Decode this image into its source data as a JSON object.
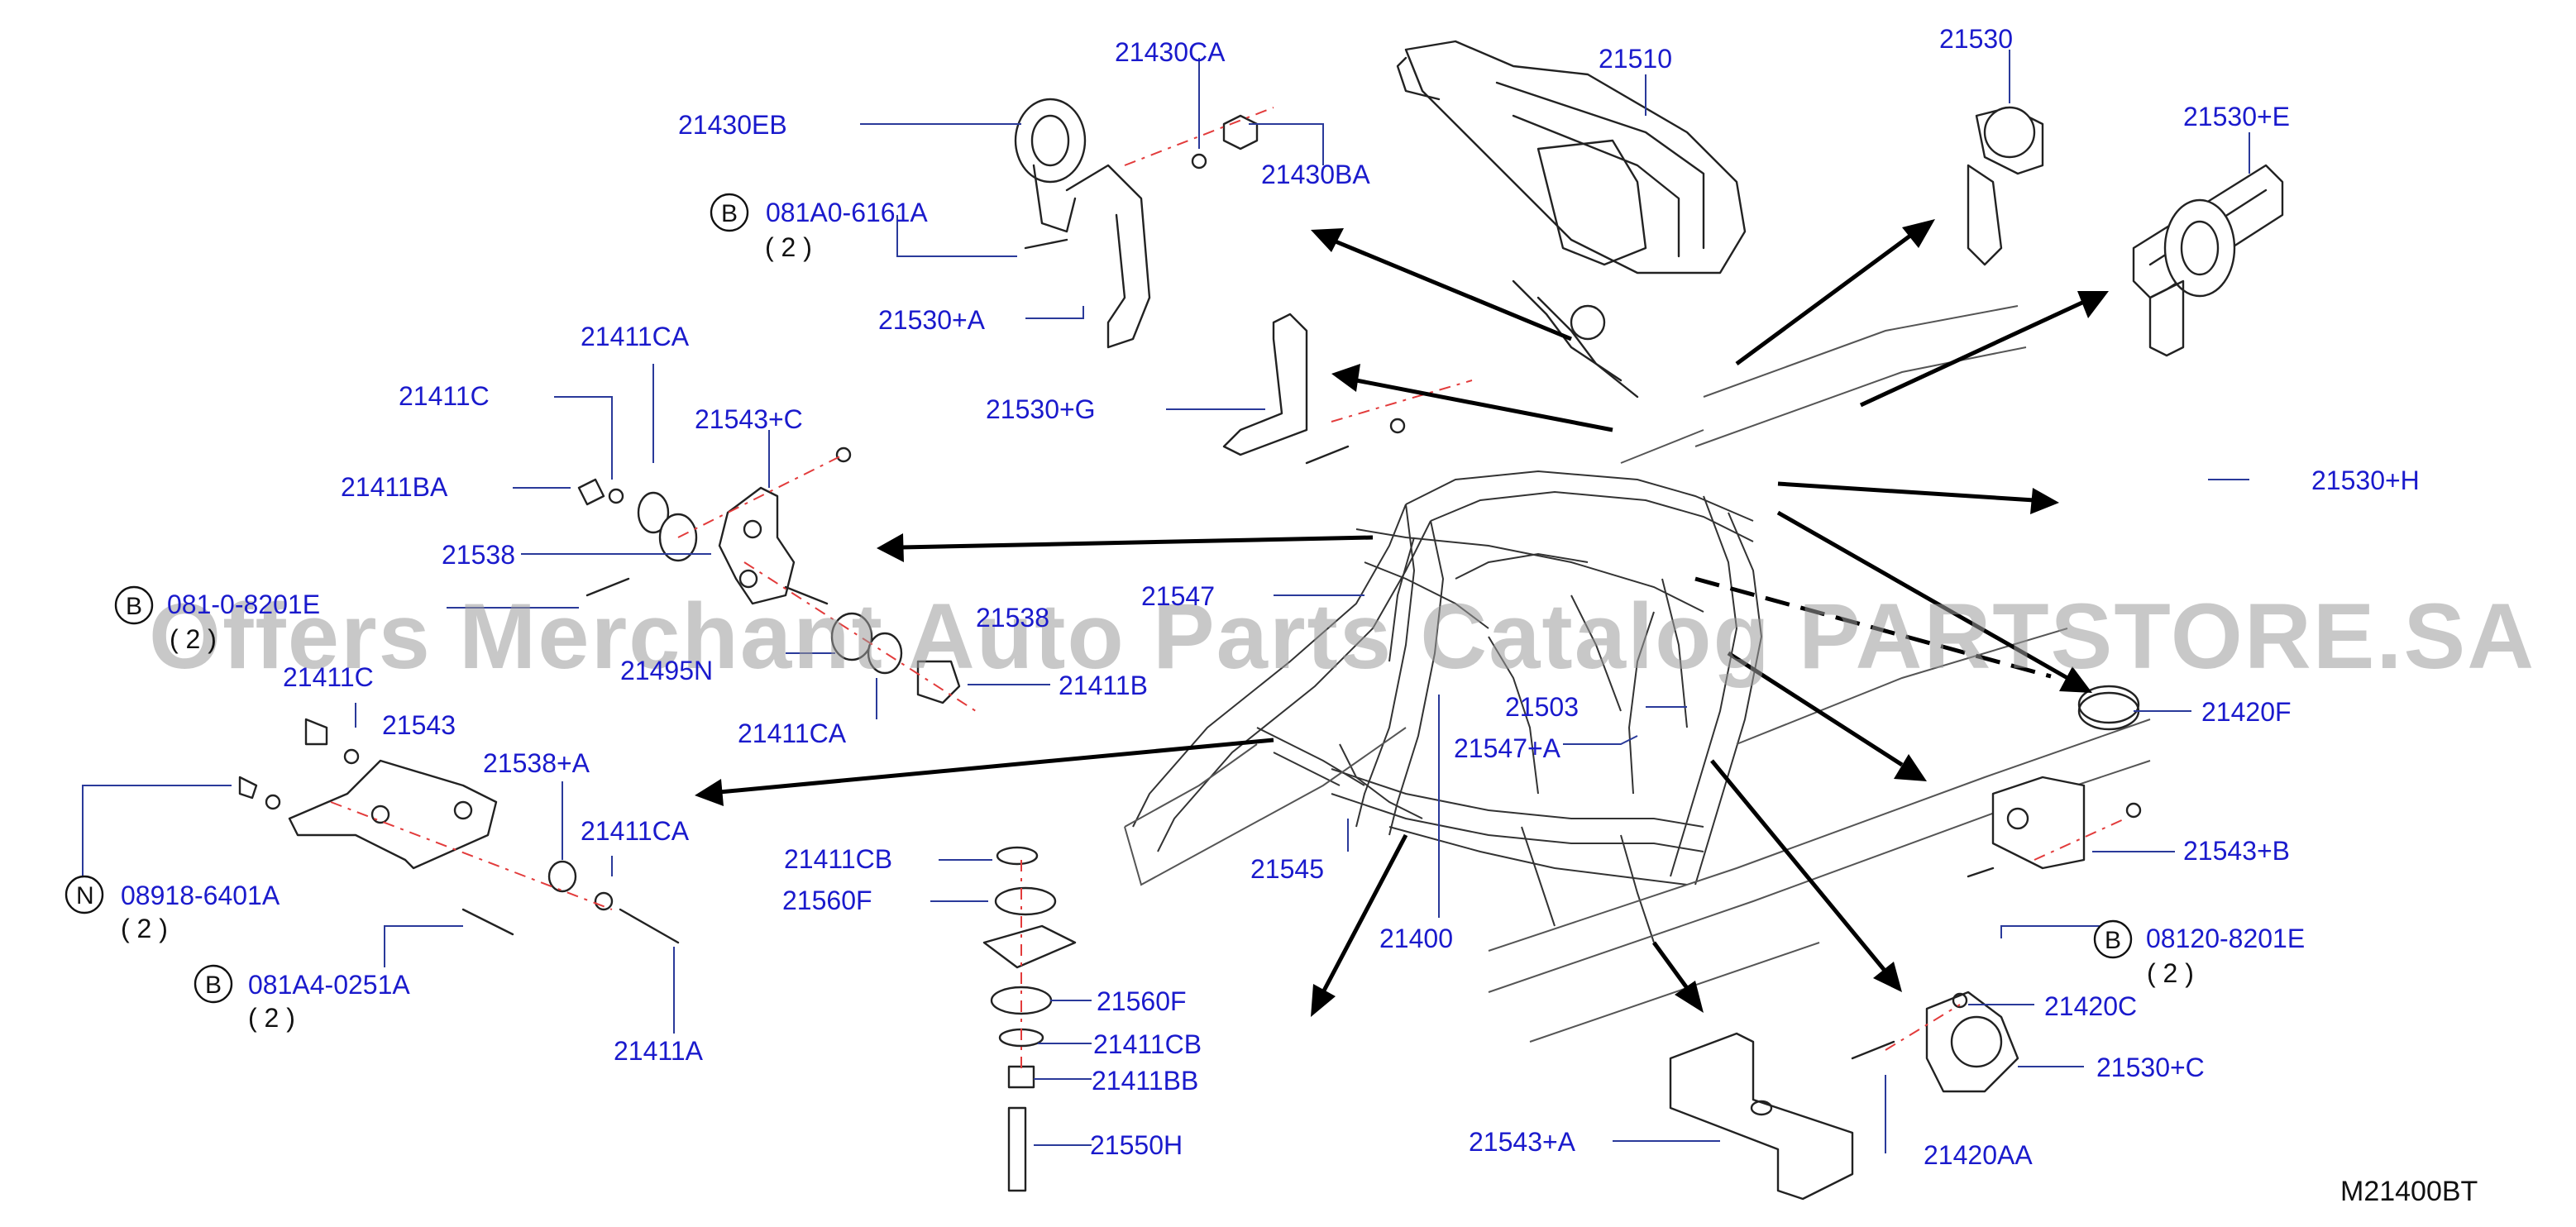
{
  "diagram": {
    "code": "M21400BT",
    "watermark": "Offers Merchant Auto Parts Catalog PARTSTORE.SA",
    "colors": {
      "label": "#1a1acc",
      "leader": "#2a3a9a",
      "centerline": "#e23b3b",
      "arrow": "#000000",
      "watermark": "#9a9a9a"
    },
    "labels": {
      "p21430CA": "21430CA",
      "p21430EB": "21430EB",
      "p21430BA": "21430BA",
      "p081A0": "081A0-6161A",
      "p21530A": "21530+A",
      "p21510": "21510",
      "p21530": "21530",
      "p21530E": "21530+E",
      "p21411CA_1": "21411CA",
      "p21411C_1": "21411C",
      "p21543C": "21543+C",
      "p21411BA": "21411BA",
      "p21530G": "21530+G",
      "p21538": "21538",
      "p081_20": "081-0-8201E",
      "p21538b": "21538",
      "p21547": "21547",
      "p21530H": "21530+H",
      "p21495N": "21495N",
      "p21411C_2": "21411C",
      "p21543": "21543",
      "p21411CA_2": "21411CA",
      "p21411B": "21411B",
      "p21503": "21503",
      "p21420F": "21420F",
      "p21538A": "21538+A",
      "p21547A": "21547+A",
      "p21411CA_3": "21411CA",
      "p08918": "08918-6401A",
      "p21411CB_1": "21411CB",
      "p21560F_1": "21560F",
      "p21545": "21545",
      "p21543B": "21543+B",
      "p081A4": "081A4-0251A",
      "p21400": "21400",
      "p08120": "08120-8201E",
      "p21560F_2": "21560F",
      "p21411CB_2": "21411CB",
      "p21420C": "21420C",
      "p21411A": "21411A",
      "p21411BB": "21411BB",
      "p21530C": "21530+C",
      "p21543A": "21543+A",
      "p21550H": "21550H",
      "p21420AA": "21420AA"
    },
    "badges": {
      "b": "B",
      "n": "N"
    },
    "qty": "( 2 )"
  }
}
